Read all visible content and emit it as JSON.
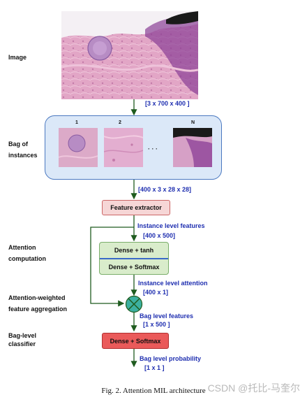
{
  "labels": {
    "image": "Image",
    "bag": "Bag of\ninstances",
    "attention": "Attention\ncomputation",
    "aggregation": "Attention-weighted\nfeature aggregation",
    "classifier": "Bag-level\nclassifier"
  },
  "bag": {
    "indices": [
      "1",
      "2",
      "N"
    ],
    "ellipsis": "· · ·"
  },
  "dims": {
    "image": "[3 x 700 x 400 ]",
    "bag": "[400 x 3 x 28 x 28]",
    "instance_title": "Instance level features",
    "instance_dim": "[400 x 500]",
    "attn_title": "Instance level attention",
    "attn_dim": "[400 x 1]",
    "bag_feat_title": "Bag level features",
    "bag_feat_dim": "[1 x 500 ]",
    "prob_title": "Bag level probability",
    "prob_dim": "[1 x 1 ]"
  },
  "boxes": {
    "feature_extractor": "Feature extractor",
    "dense_tanh": "Dense + tanh",
    "dense_softmax": "Dense + Softmax",
    "classifier": "Dense + Softmax"
  },
  "colors": {
    "arrow": "#1e5b1e",
    "dim_text": "#1f2fb0",
    "bag_fill": "#dbe8f8",
    "bag_border": "#4a78c0",
    "extractor_fill": "#f6d6d6",
    "extractor_border": "#cc6666",
    "attn_fill": "#d9eccb",
    "attn_border": "#7aae6a",
    "attn_divider": "#3a6ac8",
    "classifier_fill": "#ea5a5a",
    "classifier_border": "#b03030",
    "aggregator_fill": "#3cb0a0"
  },
  "caption": "Fig. 2. Attention MIL architecture",
  "watermark": "CSDN @托比-马奎尔"
}
